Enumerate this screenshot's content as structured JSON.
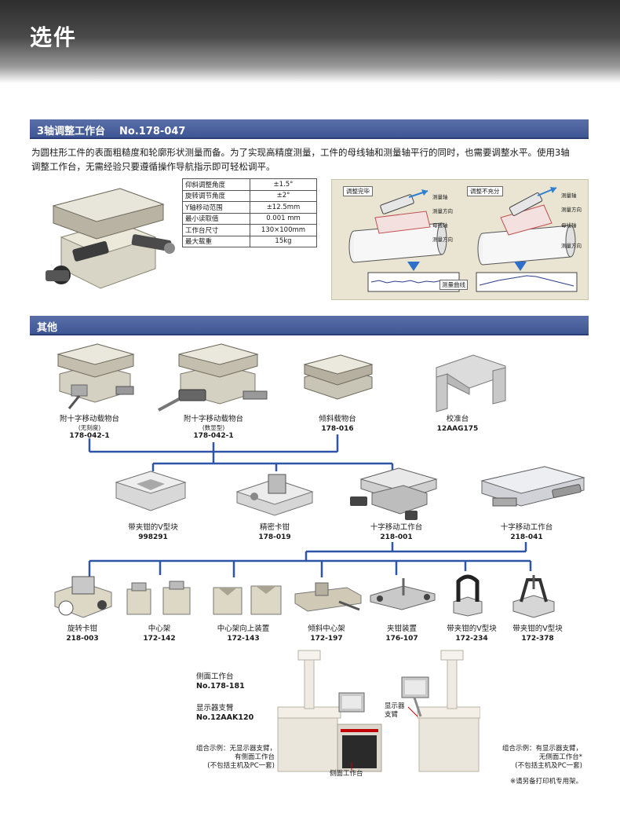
{
  "page": {
    "title": "选件"
  },
  "section1": {
    "title": "3轴调整工作台",
    "code": "No.178-047",
    "description": [
      "为圆柱形工件的表面粗糙度和轮廓形状测量而备。为了实现高精度测量，工件的母线轴和测量轴平行的同时，也需要调整水平。使用3轴",
      "调整工作台，无需经验只要遵循操作导航指示即可轻松调平。"
    ],
    "specs": [
      {
        "label": "仰斜调整角度",
        "value": "±1.5°"
      },
      {
        "label": "旋转调节角度",
        "value": "±2°"
      },
      {
        "label": "Y轴移动范围",
        "value": "±12.5mm"
      },
      {
        "label": "最小读取值",
        "value": "0.001 mm"
      },
      {
        "label": "工作台尺寸",
        "value": "130×100mm"
      },
      {
        "label": "最大载重",
        "value": "15kg"
      }
    ],
    "diagram": {
      "left_title": "调整完毕",
      "right_title": "调整不充分",
      "labels_left": [
        "测量轴",
        "测量方向",
        "母线轴",
        "测量方向"
      ],
      "labels_right": [
        "测量轴",
        "测量方向",
        "母线轴",
        "测量方向"
      ],
      "center": "测量曲线"
    }
  },
  "section2": {
    "title": "其他"
  },
  "row1": [
    {
      "name": "附十字移动载物台",
      "sub": "(无刻度)",
      "code": "178-042-1"
    },
    {
      "name": "附十字移动载物台",
      "sub": "(数显型)",
      "code": "178-042-1"
    },
    {
      "name": "倾斜载物台",
      "sub": "",
      "code": "178-016"
    },
    {
      "name": "校准台",
      "sub": "",
      "code": "12AAG175"
    }
  ],
  "row2": [
    {
      "name": "带夹钳的V型块",
      "code": "998291"
    },
    {
      "name": "精密卡钳",
      "code": "178-019"
    },
    {
      "name": "十字移动工作台",
      "code": "218-001"
    },
    {
      "name": "十字移动工作台",
      "code": "218-041"
    }
  ],
  "row3": [
    {
      "name": "旋转卡钳",
      "code": "218-003"
    },
    {
      "name": "中心架",
      "code": "172-142"
    },
    {
      "name": "中心架向上装置",
      "code": "172-143"
    },
    {
      "name": "倾斜中心架",
      "code": "172-197"
    },
    {
      "name": "夹钳装置",
      "code": "176-107"
    },
    {
      "name": "带夹钳的V型块",
      "code": "172-234"
    },
    {
      "name": "带夹钳的V型块",
      "code": "172-378"
    }
  ],
  "bottom": {
    "side_table": {
      "name": "侧面工作台",
      "code": "No.178-181"
    },
    "monitor_arm": {
      "name": "显示器支臂",
      "code": "No.12AAK120"
    },
    "example_left": [
      "组合示例：无显示器支臂，",
      "有侧面工作台",
      "(不包括主机及PC一套)"
    ],
    "side_table_label": "侧面工作台",
    "monitor_label": [
      "显示器",
      "支臂"
    ],
    "example_right": [
      "组合示例：有显示器支臂，",
      "无侧面工作台*",
      "(不包括主机及PC一套)"
    ],
    "footnote": "※请另备打印机专用架。"
  }
}
